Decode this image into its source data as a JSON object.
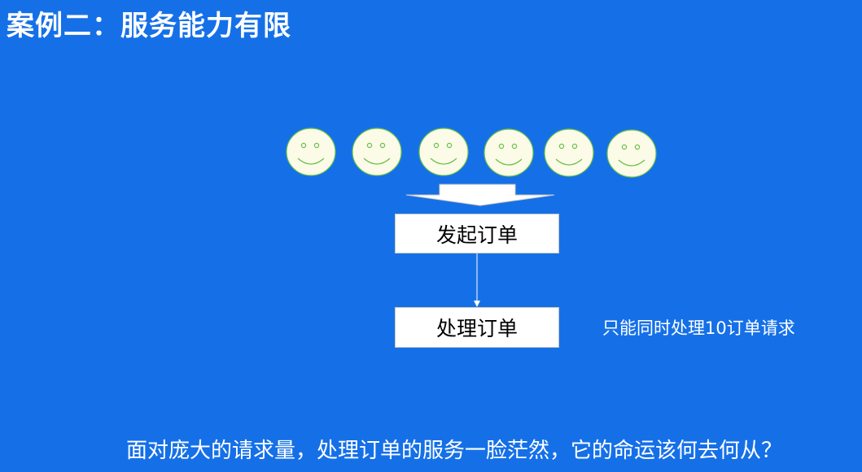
{
  "title": "案例二：服务能力有限",
  "users": [
    {
      "icon": "smiley-face-icon"
    },
    {
      "icon": "smiley-face-icon"
    },
    {
      "icon": "smiley-face-icon"
    },
    {
      "icon": "smiley-face-icon"
    },
    {
      "icon": "smiley-face-icon"
    },
    {
      "icon": "smiley-face-icon"
    }
  ],
  "steps": {
    "initiate_order": "发起订单",
    "process_order": "处理订单"
  },
  "capacity_note": "只能同时处理10订单请求",
  "question": "面对庞大的请求量，处理订单的服务一脸茫然，它的命运该何去何从？",
  "colors": {
    "background": "#1570e8",
    "face_fill": "#fbfbe8",
    "face_stroke": "#6abf4b",
    "box_fill": "#ffffff",
    "text_light": "#ffffff"
  }
}
